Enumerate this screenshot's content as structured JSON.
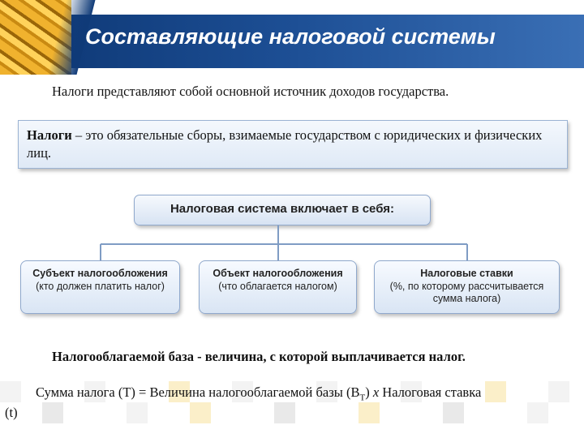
{
  "header": {
    "title": "Составляющие налоговой системы"
  },
  "intro": "Налоги представляют собой основной источник доходов государства.",
  "definition": {
    "term": "Налоги",
    "text": " – это обязательные сборы, взимаемые государством с юридических и физических лиц."
  },
  "system": {
    "label": "Налоговая система включает в себя:"
  },
  "components": [
    {
      "title": "Субъект налогообложения",
      "note": "(кто должен платить налог)"
    },
    {
      "title": "Объект налогообложения",
      "note": "(что облагается налогом)"
    },
    {
      "title": "Налоговые ставки",
      "note": "(%, по которому рассчитывается сумма налога)"
    }
  ],
  "tax_base": "Налогооблагаемой база - величина, с которой выплачивается налог.",
  "formula": {
    "left": "Сумма налога (Т) = Величина налогооблагаемой базы (В",
    "subscript": "Т",
    "close": ") ",
    "operator": "х",
    "right": " Налоговая ставка"
  },
  "footnote": "(t)",
  "colors": {
    "header_bar": "#1d4f95",
    "box_border": "#8fa8cc",
    "box_fill": "#d9e5f4",
    "connector": "#7f9cc4"
  }
}
